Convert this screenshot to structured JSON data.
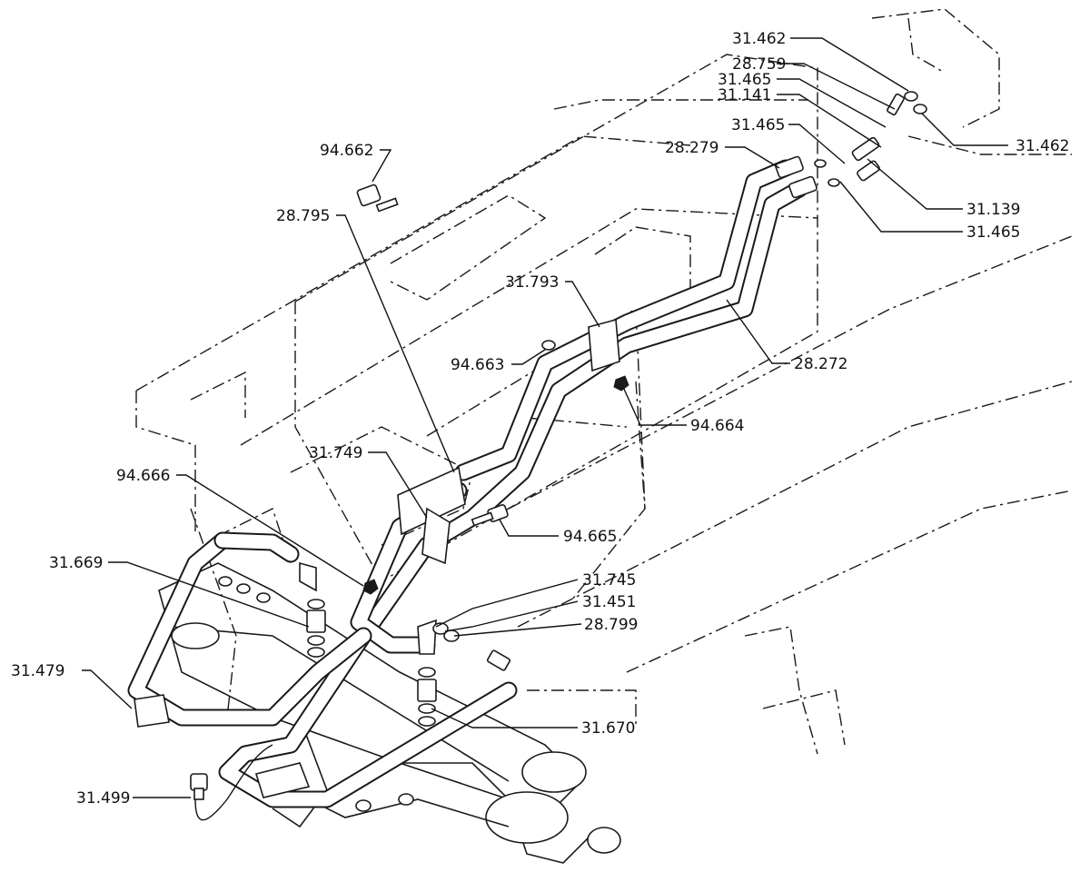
{
  "labels": {
    "l31462a": "31.462",
    "l28759": "28.759",
    "l31465a": "31.465",
    "l31141": "31.141",
    "l31465b": "31.465",
    "l28279": "28.279",
    "l31462b": "31.462",
    "l31139": "31.139",
    "l31465c": "31.465",
    "l94662": "94.662",
    "l28795": "28.795",
    "l31793": "31.793",
    "l94663": "94.663",
    "l28272": "28.272",
    "l94664": "94.664",
    "l31749": "31.749",
    "l94666": "94.666",
    "l94665": "94.665",
    "l31669": "31.669",
    "l31745": "31.745",
    "l31451": "31.451",
    "l28799": "28.799",
    "l31479": "31.479",
    "l31670": "31.670",
    "l31499": "31.499"
  }
}
